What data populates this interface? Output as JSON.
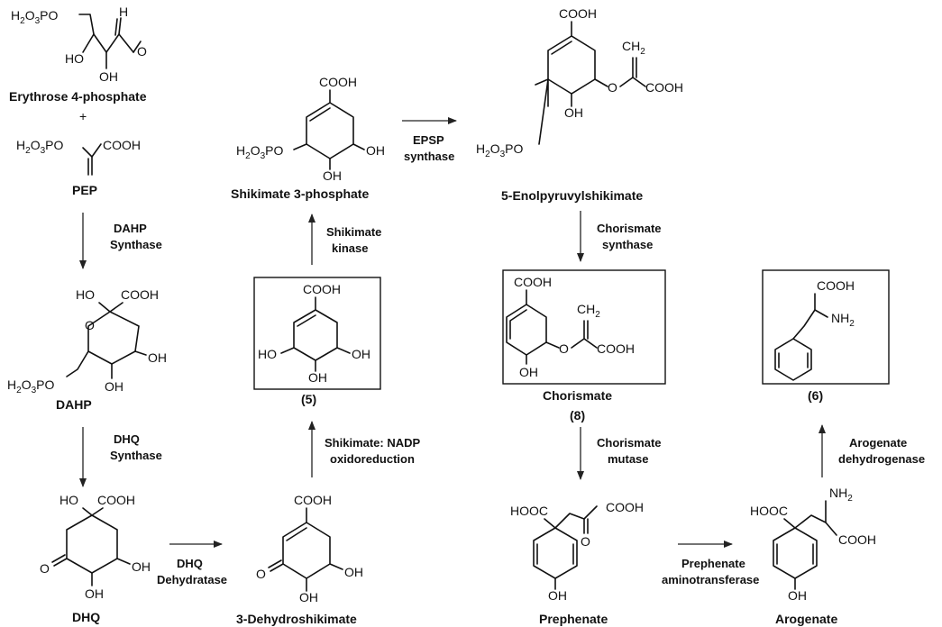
{
  "compounds": {
    "e4p": "Erythrose 4-phosphate",
    "pep": "PEP",
    "dahp": "DAHP",
    "dhq": "DHQ",
    "dhs": "3-Dehydroshikimate",
    "s3p": "Shikimate 3-phosphate",
    "epsp": "5-Enolpyruvylshikimate",
    "chorismate": "Chorismate",
    "prephenate": "Prephenate",
    "arogenate": "Arogenate"
  },
  "compound_numbers": {
    "shikimate": "(5)",
    "chorismate": "(8)",
    "phenylalanine": "(6)"
  },
  "plus_sign": "+",
  "enzymes": {
    "dahp_synthase": [
      "DAHP",
      "Synthase"
    ],
    "dhq_synthase": [
      "DHQ",
      "Synthase"
    ],
    "dhq_dehydratase": [
      "DHQ",
      "Dehydratase"
    ],
    "shikimate_nadp": [
      "Shikimate: NADP",
      "oxidoreduction"
    ],
    "shikimate_kinase": [
      "Shikimate",
      "kinase"
    ],
    "epsp_synthase": [
      "EPSP",
      "synthase"
    ],
    "chorismate_synthase": [
      "Chorismate",
      "synthase"
    ],
    "chorismate_mutase": [
      "Chorismate",
      "mutase"
    ],
    "prephenate_aminotransferase": [
      "Prephenate",
      "aminotransferase"
    ],
    "arogenate_dehydrogenase": [
      "Arogenate",
      "dehydrogenase"
    ]
  },
  "atom_labels": {
    "h2o3po": "H2O3PO",
    "cooh": "COOH",
    "hooc": "HOOC",
    "oh": "OH",
    "ho": "HO",
    "o": "O",
    "h": "H",
    "ch2": "CH2",
    "nh2": "NH2"
  }
}
